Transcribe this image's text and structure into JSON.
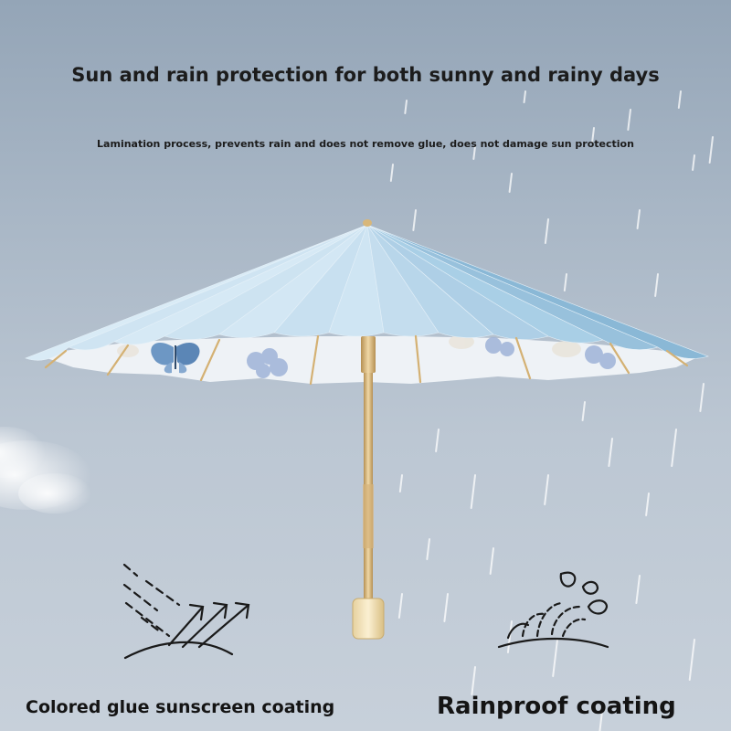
{
  "headline": "Sun and rain protection for both sunny and rainy days",
  "subheadline": "Lamination process, prevents rain and does not remove glue, does not damage sun protection",
  "features": [
    {
      "label": "Colored glue sunscreen coating",
      "icon": "sun-ray-reflection-icon"
    },
    {
      "label": "Rainproof coating",
      "icon": "rain-splash-icon"
    }
  ],
  "colors": {
    "sky_top": "#94a5b7",
    "sky_bottom": "#c7d0da",
    "canopy_light": "#d9ebf6",
    "canopy_mid": "#a9cfe6",
    "canopy_dark": "#7fb0cf",
    "handle_gold": "#d8b77a",
    "text": "#1c1c1c"
  }
}
